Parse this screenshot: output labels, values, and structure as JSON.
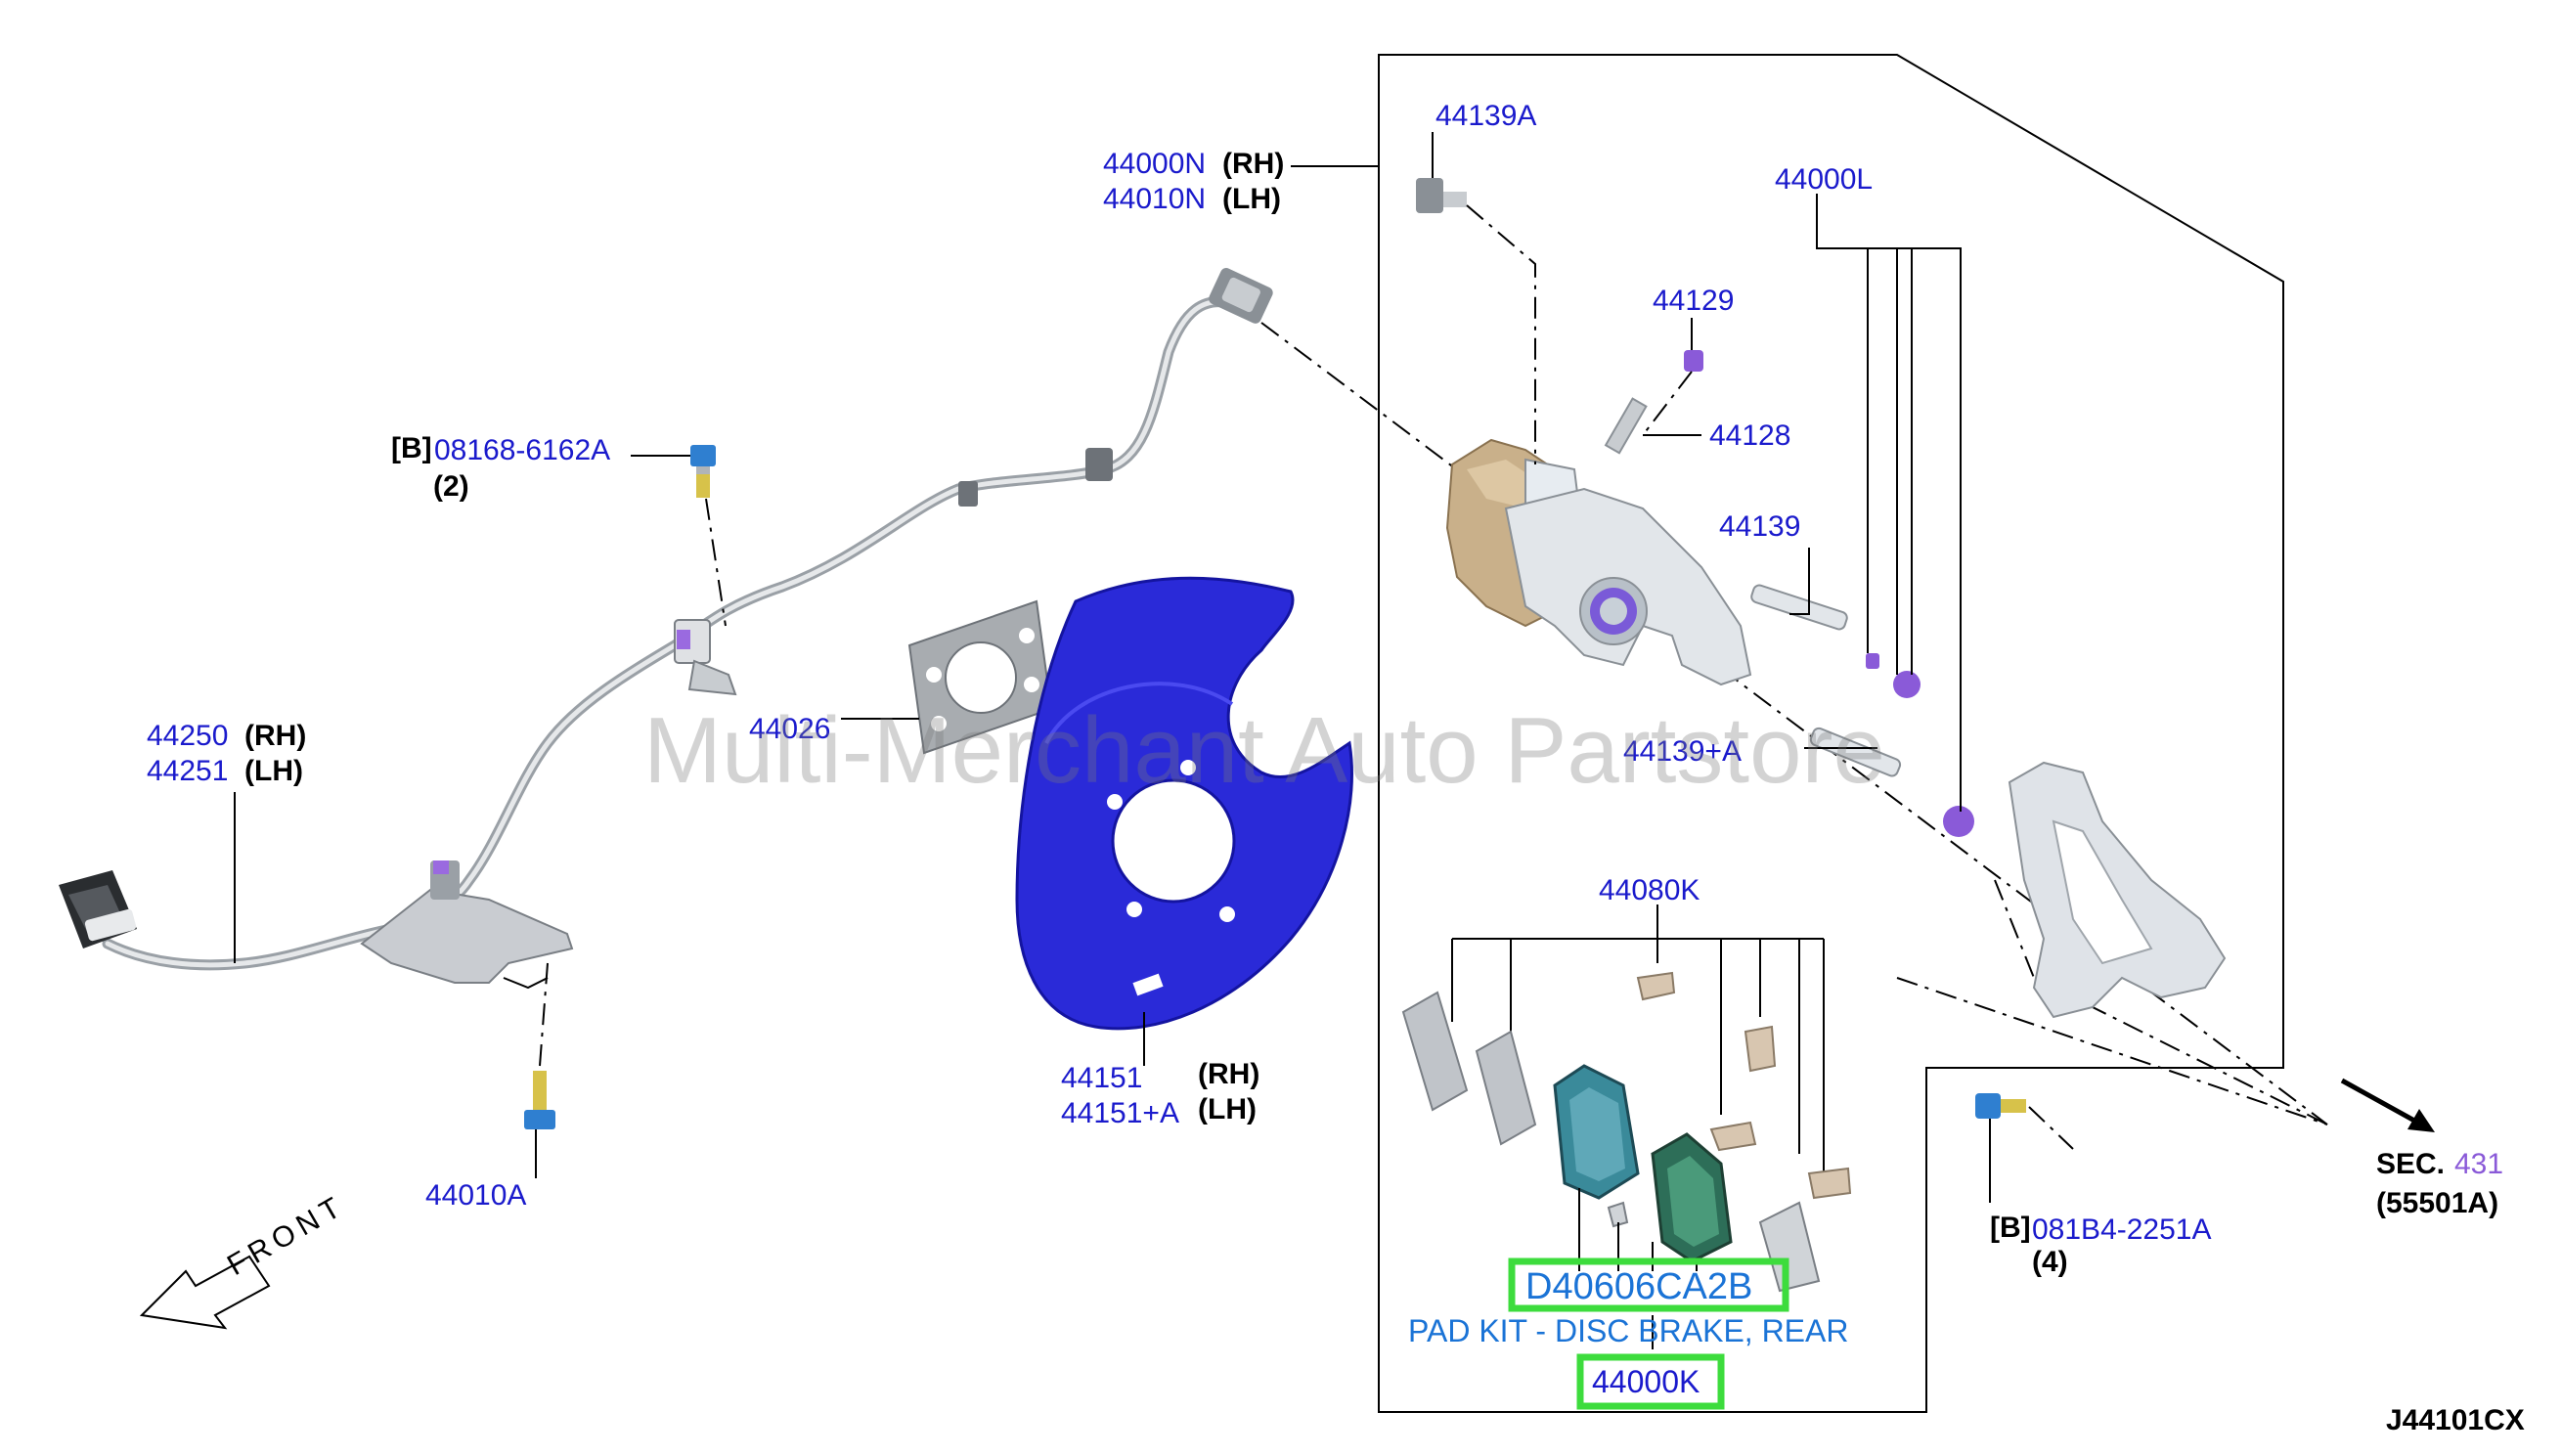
{
  "diagram_code": "J44101CX",
  "watermark": "Multi-Merchant Auto Partstore",
  "front_label": "FRONT",
  "section_ref": {
    "prefix": "SEC.",
    "number": "431",
    "code": "(55501A)"
  },
  "labels": {
    "p44139A": "44139A",
    "p44000N": "44000N",
    "p44010N": "44010N",
    "rh": "(RH)",
    "lh": "(LH)",
    "p44000L": "44000L",
    "p44129": "44129",
    "p44128": "44128",
    "p44139": "44139",
    "p44139pA": "44139+A",
    "p44026": "44026",
    "p44250": "44250",
    "p44251": "44251",
    "p44151": "44151",
    "p44151pA": "44151+A",
    "p44080K": "44080K",
    "p44010A": "44010A",
    "b_tag": "[B]",
    "p08168": "08168-6162A",
    "qty2": "(2)",
    "p081B4": "081B4-2251A",
    "qty4": "(4)"
  },
  "highlight": {
    "part_number": "D40606CA2B",
    "description": "PAD KIT - DISC BRAKE, REAR",
    "ref": "44000K"
  },
  "colors": {
    "part_number": "#1a1acc",
    "highlight_box": "#3ddc3d",
    "caption": "#1a73d6",
    "dust_shield": "#2a2ad8",
    "caliper_bracket": "#d9d9de",
    "pad": "#3a8a9a",
    "clip_accent": "#8a5ad8"
  }
}
